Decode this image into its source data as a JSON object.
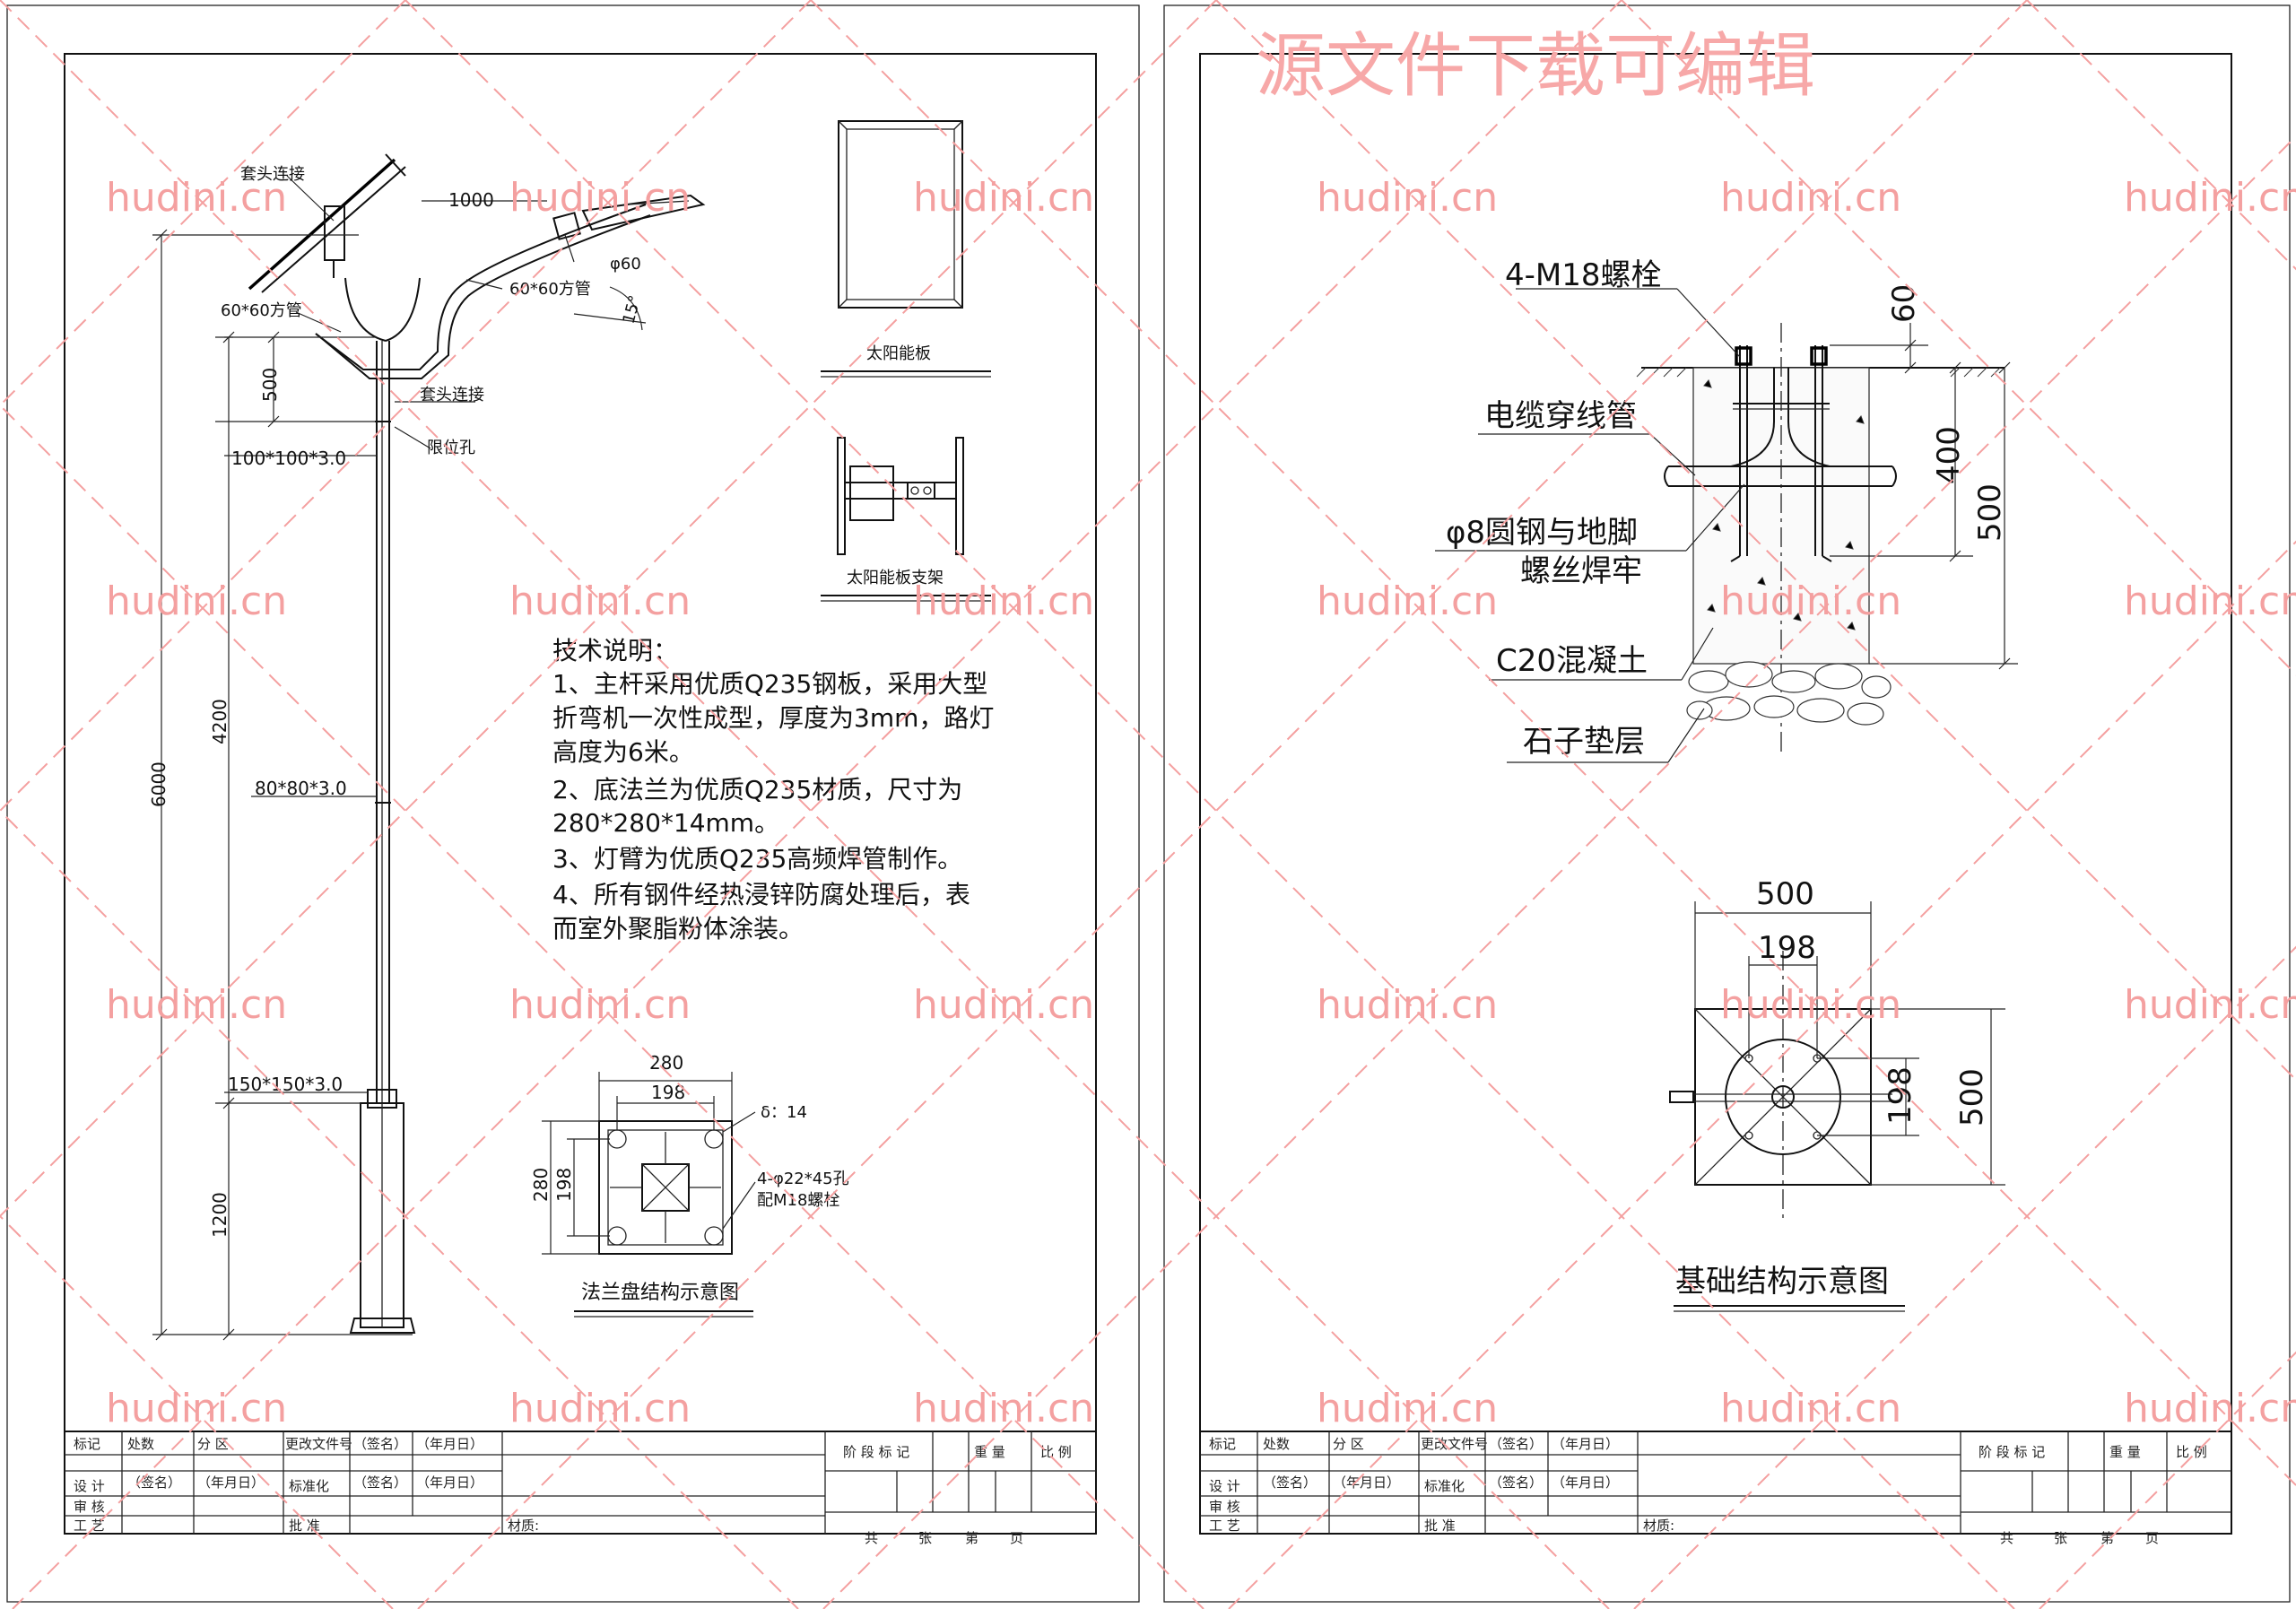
{
  "watermark": {
    "banner": "源文件下载可编辑",
    "site": "hudini.cn"
  },
  "pole_sheet": {
    "labels": {
      "top_connection": "套头连接",
      "arm_length": "1000",
      "tube_left": "60*60方管",
      "tube_right": "60*60方管",
      "pipe_dia": "φ60",
      "angle": "15°",
      "socket": "套头连接",
      "limit_hole": "限位孔",
      "sec_top": "100*100*3.0",
      "sec_mid": "80*80*3.0",
      "sec_bottom": "150*150*3.0"
    },
    "dims": {
      "d500": "500",
      "d4200": "4200",
      "d6000": "6000",
      "d1200": "1200"
    },
    "panel_title": "太阳能板",
    "bracket_title": "太阳能板支架",
    "notes": {
      "heading": "技术说明：",
      "lines": [
        "1、主杆采用优质Q235钢板，采用大型",
        "折弯机一次性成型，厚度为3mm，路灯",
        "高度为6米。",
        "2、底法兰为优质Q235材质，尺寸为",
        "280*280*14mm。",
        "3、灯臂为优质Q235高频焊管制作。",
        "4、所有钢件经热浸锌防腐处理后，表",
        "而室外聚脂粉体涂装。"
      ]
    },
    "flange": {
      "w280": "280",
      "w198": "198",
      "h280": "280",
      "h198": "198",
      "thickness": "δ：14",
      "holes_1": "4-φ22*45孔",
      "holes_2": "配M18螺栓",
      "title": "法兰盘结构示意图"
    }
  },
  "foundation_sheet": {
    "labels": {
      "bolts": "4-M18螺栓",
      "conduit": "电缆穿线管",
      "rebar_1": "φ8圆钢与地脚",
      "rebar_2": "螺丝焊牢",
      "concrete": "C20混凝土",
      "gravel": "石子垫层"
    },
    "dims": {
      "d60": "60",
      "d400": "400",
      "d500": "500",
      "p500_top": "500",
      "p198_top": "198",
      "p198_side": "198",
      "p500_side": "500"
    },
    "title": "基础结构示意图"
  },
  "title_block": {
    "r1": [
      "标记",
      "处数",
      "分 区",
      "更改文件号",
      "（签名）",
      "（年月日）"
    ],
    "r2": [
      "设 计",
      "（签名）",
      "（年月日）",
      "标准化",
      "（签名）",
      "（年月日）"
    ],
    "r3": [
      "审 核"
    ],
    "r4": [
      "工 艺",
      "批 准"
    ],
    "material": "材质:",
    "right_top": [
      "阶 段 标 记",
      "重 量",
      "比 例"
    ],
    "right_bottom": [
      "共",
      "张",
      "第",
      "页"
    ]
  }
}
